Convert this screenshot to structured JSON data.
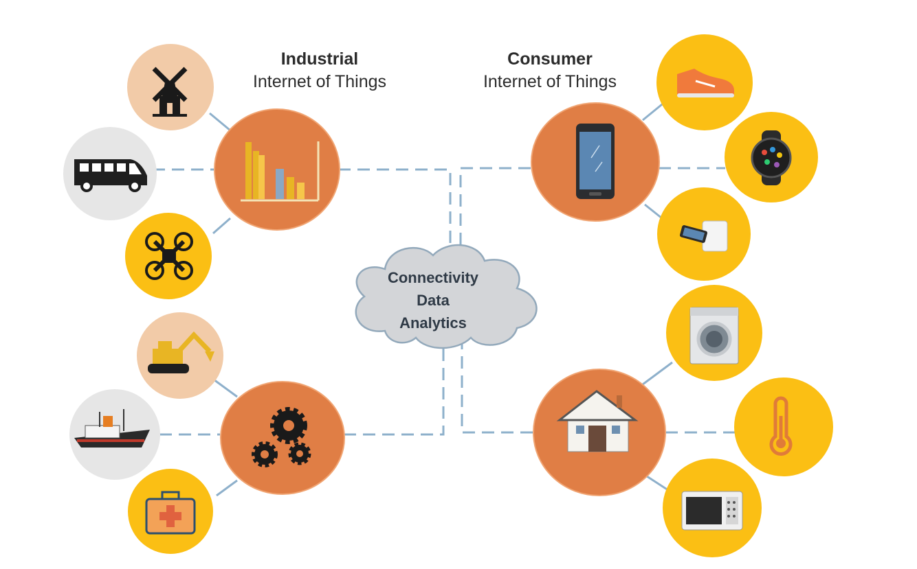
{
  "industrial": {
    "title": "Industrial",
    "subtitle": "Internet of Things",
    "hubs": [
      {
        "icon": "bar-chart-icon",
        "devices": [
          "windmill-icon",
          "van-icon",
          "drone-icon"
        ]
      },
      {
        "icon": "gears-icon",
        "devices": [
          "excavator-icon",
          "ship-icon",
          "medical-case-icon"
        ]
      }
    ]
  },
  "consumer": {
    "title": "Consumer",
    "subtitle": "Internet of Things",
    "hubs": [
      {
        "icon": "smartphone-icon",
        "devices": [
          "sneaker-icon",
          "smartwatch-icon",
          "phone-charger-icon"
        ]
      },
      {
        "icon": "house-icon",
        "devices": [
          "washing-machine-icon",
          "thermometer-icon",
          "microwave-icon"
        ]
      }
    ]
  },
  "cloud": {
    "lines": [
      "Connectivity",
      "Data",
      "Analytics"
    ]
  },
  "colors": {
    "hub_orange": "#e07e45",
    "hub_ring": "#f0a472",
    "device_yellow": "#fbbf14",
    "device_peach": "#f2cba8",
    "device_grey": "#e6e6e6",
    "connector": "#8eb0cb",
    "cloud_fill": "#d3d5d8",
    "cloud_stroke": "#93a9bb"
  }
}
